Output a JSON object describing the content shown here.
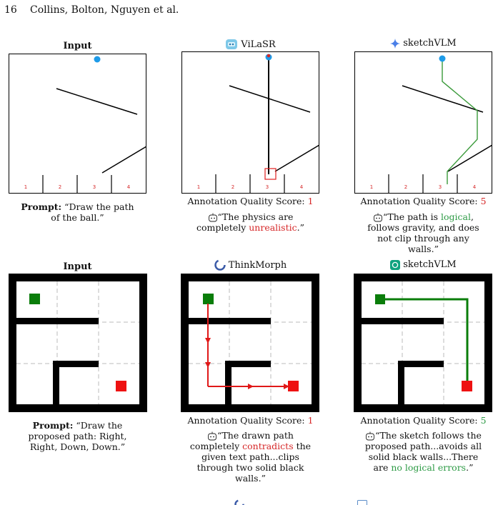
{
  "header": {
    "page_number": "16",
    "authors": "Collins, Bolton, Nguyen et al."
  },
  "row1": {
    "input_title": "Input",
    "vilasr_title": "ViLaSR",
    "sketch_title": "sketchVLM",
    "bins": [
      "1",
      "2",
      "3",
      "4"
    ],
    "prompt_label": "Prompt:",
    "prompt_line1": "“Draw the path",
    "prompt_line2": "of the ball.”",
    "score_label": "Annotation Quality Score:",
    "vilasr_score": "1",
    "sketch_score": "5",
    "vilasr_comment_l1": "“The physics are",
    "vilasr_comment_l2a": "completely ",
    "vilasr_comment_l2b": "unrealistic",
    "vilasr_comment_l2c": ".”",
    "sketch_comment_l1a": "“The path is ",
    "sketch_comment_l1b": "logical",
    "sketch_comment_l1c": ",",
    "sketch_comment_l2": "follows gravity, and does",
    "sketch_comment_l3": "not clip through any",
    "sketch_comment_l4": "walls.”"
  },
  "row2": {
    "input_title": "Input",
    "thinkmorph_title": "ThinkMorph",
    "sketch_title": "sketchVLM",
    "prompt_label": "Prompt:",
    "prompt_line1": "“Draw the",
    "prompt_line2": "proposed path: Right,",
    "prompt_line3": "Right, Down, Down.”",
    "score_label": "Annotation Quality Score:",
    "thinkmorph_score": "1",
    "sketch_score": "5",
    "tm_comment_l1": "“The drawn path",
    "tm_comment_l2a": "completely ",
    "tm_comment_l2b": "contradicts",
    "tm_comment_l2c": " the",
    "tm_comment_l3": "given text path...clips",
    "tm_comment_l4": "through two solid black",
    "tm_comment_l5": "walls.”",
    "sk_comment_l1": "“The sketch follows the",
    "sk_comment_l2": "proposed path...avoids all",
    "sk_comment_l3": "solid black walls...There",
    "sk_comment_l4a": "are ",
    "sk_comment_l4b": "no logical errors",
    "sk_comment_l4c": ".”"
  },
  "colors": {
    "red": "#d62728",
    "green": "#2e9b46",
    "ball": "#1e9be8",
    "maze_green": "#0a7d0a",
    "maze_red": "#ee1111"
  },
  "icons": [
    "robot-icon",
    "gemini-star-icon",
    "thinkmorph-logo-icon",
    "openai-logo-icon",
    "judge-robot-icon"
  ]
}
